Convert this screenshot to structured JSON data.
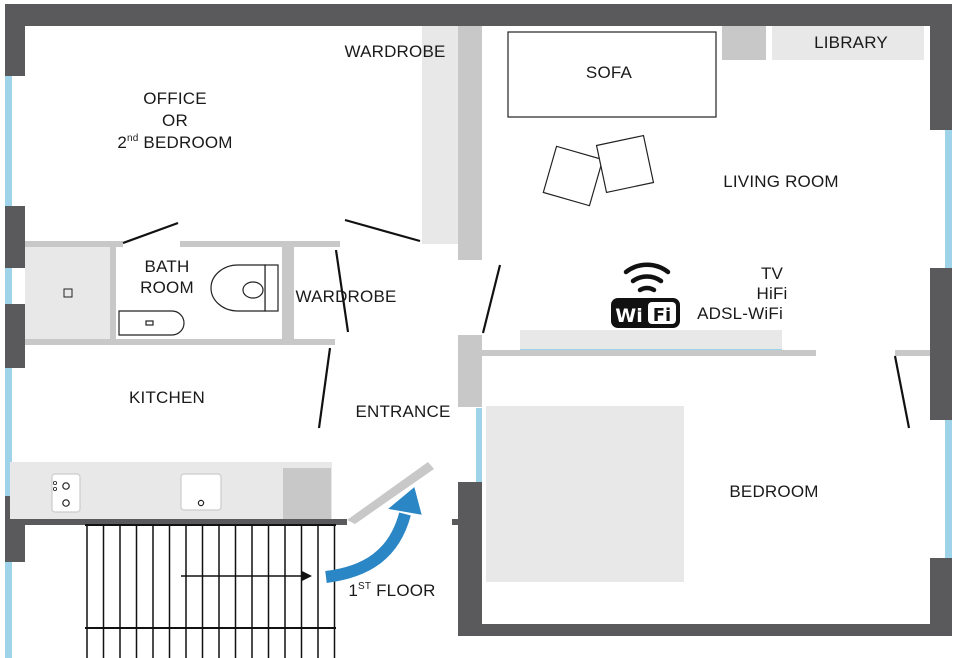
{
  "rooms": {
    "office": {
      "line1": "OFFICE",
      "line2": "OR",
      "line3_num": "2",
      "line3_sup": "nd",
      "line3_rest": " BEDROOM"
    },
    "wardrobe_top": "WARDROBE",
    "wardrobe_mid": "WARDROBE",
    "bath": {
      "line1": "BATH",
      "line2": "ROOM"
    },
    "kitchen": "KITCHEN",
    "entrance": "ENTRANCE",
    "sofa": "SOFA",
    "library": "LIBRARY",
    "living_room": "LIVING ROOM",
    "bedroom": "BEDROOM",
    "floor": {
      "num": "1",
      "sup": "ST",
      "rest": " FLOOR"
    }
  },
  "amenities": {
    "line1": "TV",
    "line2": "HiFi",
    "line3": "ADSL-WiFi"
  },
  "wifi_badge": {
    "left": "Wi",
    "right": "Fi"
  },
  "colors": {
    "wall": "#5a5a5c",
    "window": "#9fd3ea",
    "fixture": "#c8c8c8",
    "fixture_light": "#e8e8e8",
    "arrow": "#2b86c5",
    "text": "#1a1a1a"
  }
}
